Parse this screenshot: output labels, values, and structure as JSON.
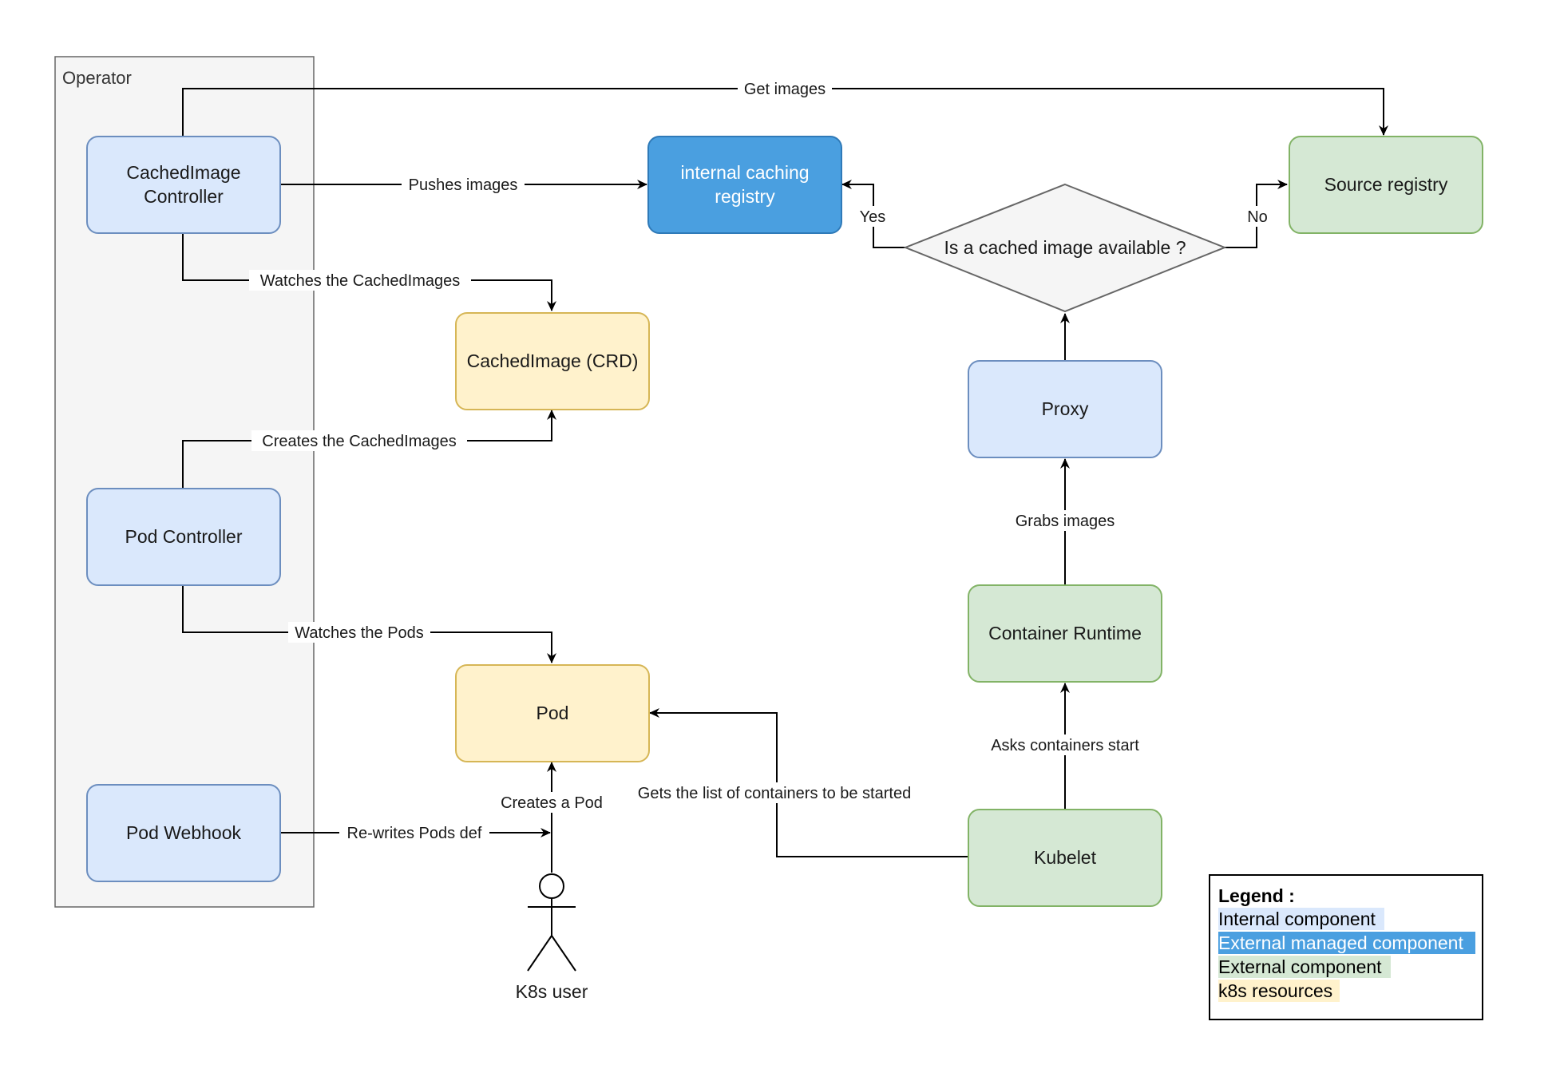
{
  "colors": {
    "internal_fill": "#dae8fc",
    "internal_stroke": "#6c8ebf",
    "managed_fill": "#4a9fe0",
    "managed_stroke": "#2f7ab8",
    "external_fill": "#d5e8d4",
    "external_stroke": "#82b366",
    "k8s_fill": "#fff2cc",
    "k8s_stroke": "#d6b656",
    "decision_fill": "#f5f5f5",
    "decision_stroke": "#666666",
    "edge": "#000000"
  },
  "group": {
    "label": "Operator"
  },
  "nodes": {
    "cachedimage_controller": {
      "line1": "CachedImage",
      "line2": "Controller"
    },
    "pod_controller": {
      "label": "Pod Controller"
    },
    "pod_webhook": {
      "label": "Pod Webhook"
    },
    "internal_registry": {
      "line1": "internal caching",
      "line2": "registry"
    },
    "cachedimage_crd": {
      "label": "CachedImage (CRD)"
    },
    "pod": {
      "label": "Pod"
    },
    "decision": {
      "label": "Is a cached image available ?"
    },
    "source_registry": {
      "label": "Source registry"
    },
    "proxy": {
      "label": "Proxy"
    },
    "container_runtime": {
      "label": "Container Runtime"
    },
    "kubelet": {
      "label": "Kubelet"
    },
    "k8s_user": {
      "label": "K8s user"
    }
  },
  "edges": {
    "get_images": "Get images",
    "pushes_images": "Pushes images",
    "watches_cachedimages": "Watches the CachedImages",
    "creates_cachedimages": "Creates the CachedImages",
    "watches_pods": "Watches the Pods",
    "rewrites_pods": "Re-writes Pods def",
    "creates_pod": "Creates a Pod",
    "gets_list": "Gets the list of containers to be started",
    "asks_start": "Asks containers start",
    "grabs_images": "Grabs images",
    "yes": "Yes",
    "no": "No"
  },
  "legend": {
    "title": "Legend :",
    "internal": "Internal component",
    "managed": "External managed component",
    "external": "External component",
    "k8s": "k8s resources"
  }
}
